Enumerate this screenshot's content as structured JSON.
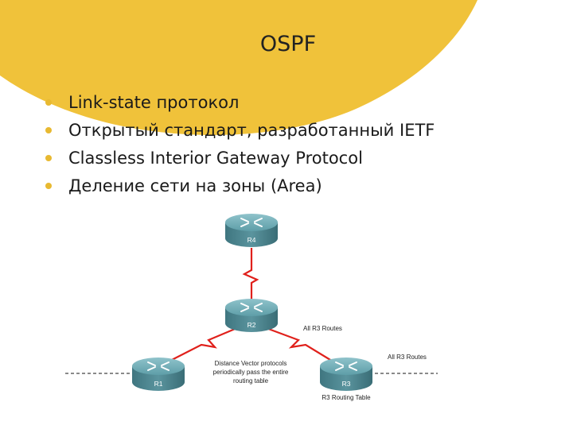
{
  "slide": {
    "title": "OSPF",
    "bullets": [
      "Link-state протокол",
      "Открытый стандарт, разработанный IETF",
      "Classless Interior Gateway Protocol",
      "Деление сети на зоны (Area)"
    ]
  },
  "diagram": {
    "routers": {
      "r4": "R4",
      "r2": "R2",
      "r1": "R1",
      "r3": "R3"
    },
    "labels": {
      "all_r3_routes_upper": "All R3 Routes",
      "all_r3_routes_right": "All R3 Routes",
      "dv_line1": "Distance Vector protocols",
      "dv_line2": "periodically pass the entire",
      "dv_line3": "routing table",
      "r3_table": "R3 Routing Table"
    }
  },
  "colors": {
    "accent_yellow": "#f0c23a",
    "router_teal": "#4f8d97",
    "link_red": "#e0201b",
    "bullet": "#e8b931"
  }
}
